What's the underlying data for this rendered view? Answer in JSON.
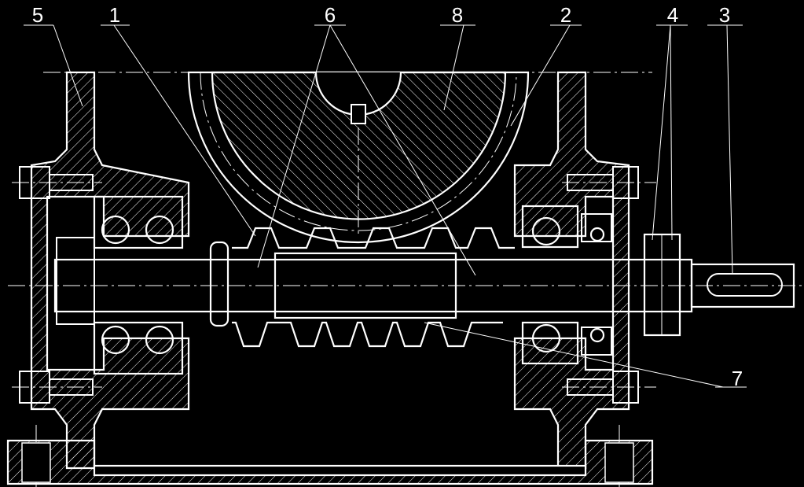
{
  "drawing": {
    "background_color": "#000000",
    "line_color": "#ffffff",
    "callouts": [
      {
        "id": "5",
        "label": "5"
      },
      {
        "id": "1",
        "label": "1"
      },
      {
        "id": "6",
        "label": "6"
      },
      {
        "id": "8",
        "label": "8"
      },
      {
        "id": "2",
        "label": "2"
      },
      {
        "id": "4",
        "label": "4"
      },
      {
        "id": "3",
        "label": "3"
      },
      {
        "id": "7",
        "label": "7"
      }
    ]
  }
}
